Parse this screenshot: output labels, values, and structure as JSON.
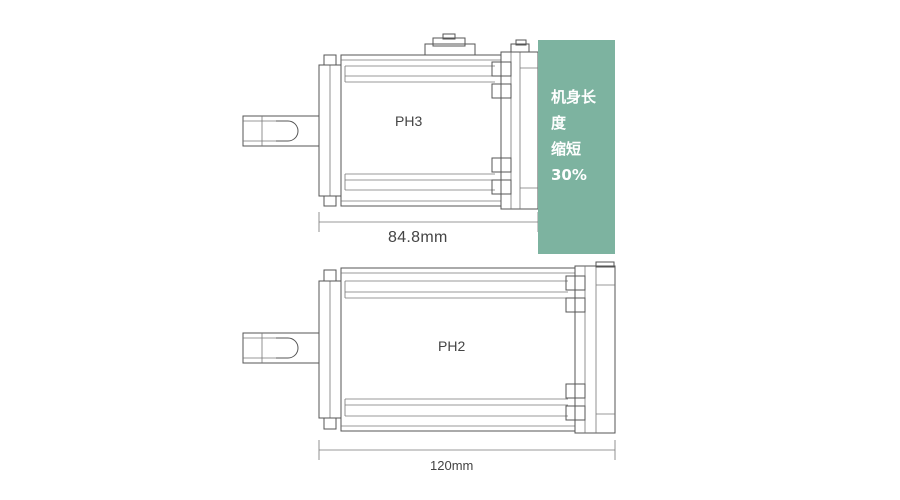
{
  "motors": [
    {
      "model": "PH3",
      "length_label": "84.8mm"
    },
    {
      "model": "PH2",
      "length_label": "120mm"
    }
  ],
  "callout": {
    "lines": [
      "机身长",
      "度",
      "缩短",
      "30%"
    ],
    "background": "#7db3a0",
    "text_color": "#ffffff"
  },
  "colors": {
    "line": "#555555"
  }
}
